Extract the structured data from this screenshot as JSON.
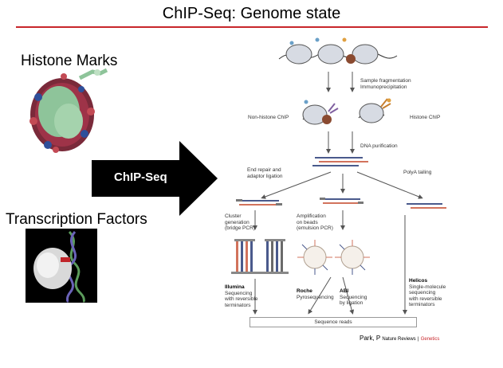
{
  "slide": {
    "title": "ChIP-Seq: Genome state",
    "histone_label": "Histone Marks",
    "tf_label": "Transcription Factors",
    "arrow_label": "ChIP-Seq"
  },
  "diagram": {
    "step_fragmentation": [
      "Sample fragmentation",
      "Immunoprecipitation"
    ],
    "non_histone": "Non-histone ChIP",
    "histone": "Histone ChIP",
    "dna_purification": "DNA purification",
    "end_repair": [
      "End repair and",
      "adaptor ligation"
    ],
    "polya": "PolyA tailing",
    "cluster": [
      "Cluster",
      "generation",
      "(bridge PCR)"
    ],
    "amplification": [
      "Amplification",
      "on beads",
      "(emulsion PCR)"
    ],
    "illumina": {
      "name": "Illumina",
      "desc": [
        "Sequencing",
        "with reversible",
        "terminators"
      ]
    },
    "roche": {
      "name": "Roche",
      "desc": [
        "Pyrosequencing"
      ]
    },
    "abi": {
      "name": "ABI",
      "desc": [
        "Sequencing",
        "by ligation"
      ]
    },
    "helicos": {
      "name": "Helicos",
      "desc": [
        "Single-molecule",
        "sequencing",
        "with reversible",
        "terminators"
      ]
    },
    "sequence_reads": "Sequence reads"
  },
  "citation": {
    "author": "Park, P",
    "journal": "Nature Reviews",
    "separator": "|",
    "section": "Genetics"
  },
  "colors": {
    "accent": "#c8262b",
    "dna_blue": "#4a5a8c",
    "dna_red": "#d2735c",
    "arrow_black": "#000000"
  }
}
